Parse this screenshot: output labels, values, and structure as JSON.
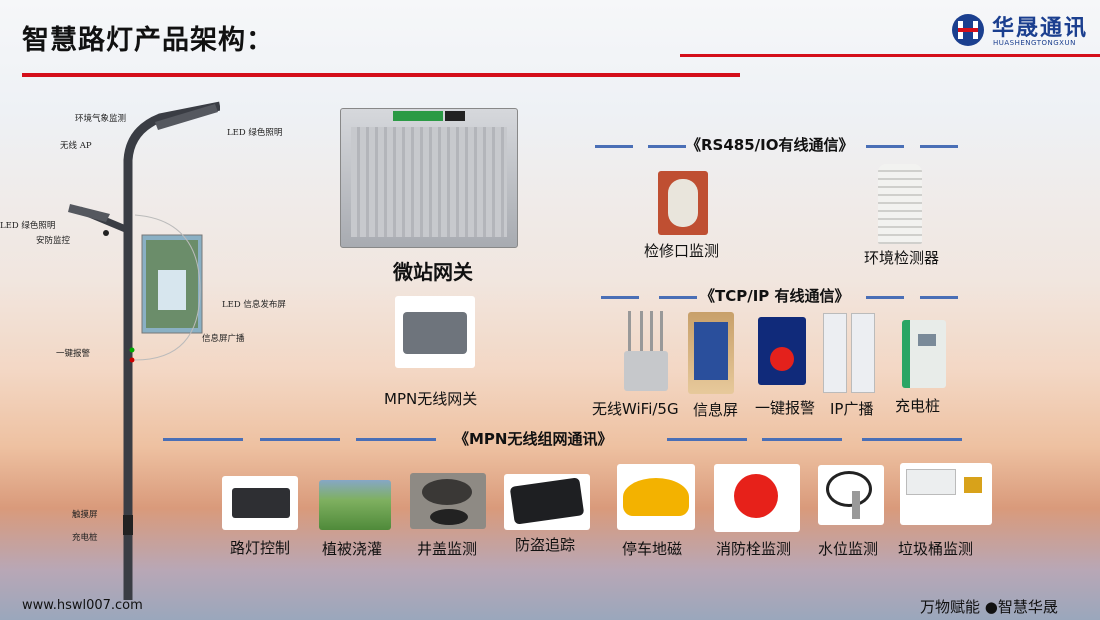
{
  "header": {
    "title": "智慧路灯产品架构："
  },
  "logo": {
    "name": "华晟通讯",
    "sub": "HUASHENGTONGXUN"
  },
  "pole": {
    "labels": [
      "环境气象监测",
      "LED 绿色照明",
      "无线 AP",
      "LED 绿色照明",
      "安防监控",
      "LED 信息发布屏",
      "信息屏广播",
      "一键报警",
      "触摸屏",
      "充电桩"
    ]
  },
  "gateway": {
    "label": "微站网关"
  },
  "mpn_gateway": {
    "label": "MPN无线网关"
  },
  "rs485": {
    "heading": "《RS485/IO有线通信》",
    "items": [
      "检修口监测",
      "环境检测器"
    ]
  },
  "tcpip": {
    "heading": "《TCP/IP 有线通信》",
    "items": [
      "无线WiFi/5G",
      "信息屏",
      "一键报警",
      "IP广播",
      "充电桩"
    ]
  },
  "mpn": {
    "heading": "《MPN无线组网通讯》",
    "items": [
      "路灯控制",
      "植被浇灌",
      "井盖监测",
      "防盗追踪",
      "停车地磁",
      "消防栓监测",
      "水位监测",
      "垃圾桶监测"
    ]
  },
  "footer": {
    "url": "www.hswl007.com",
    "slogan": "万物赋能 ●智慧华晟"
  },
  "colors": {
    "accent_red": "#d40f1a",
    "dash_blue": "#4a6fb6",
    "logo_blue": "#1b3f8f"
  }
}
